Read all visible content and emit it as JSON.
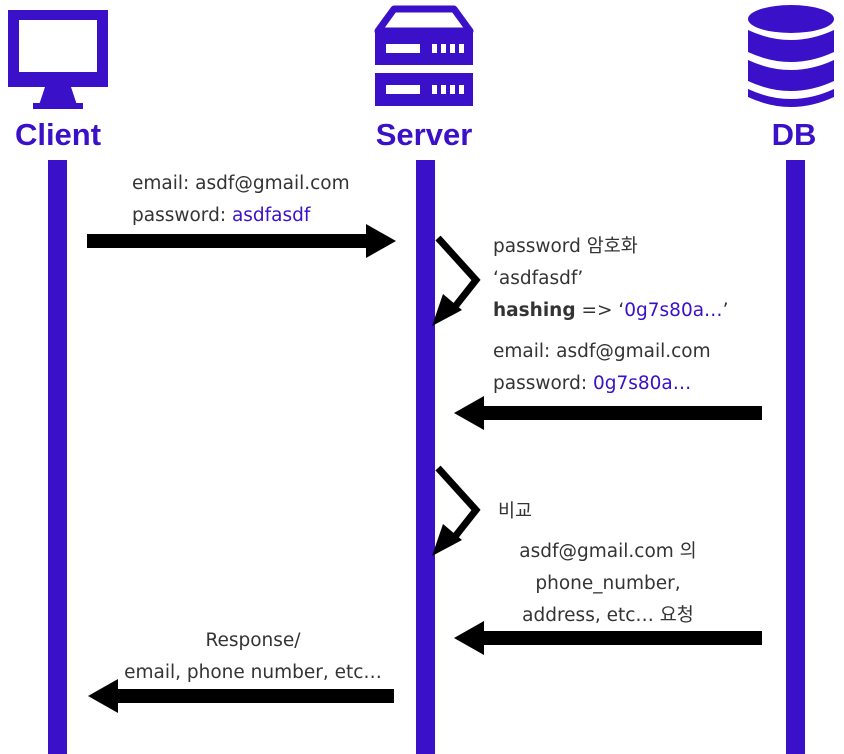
{
  "colors": {
    "accent": "#3a10c8",
    "arrow": "#000000",
    "text": "#333333"
  },
  "actors": [
    {
      "name": "Client",
      "icon": "monitor-icon"
    },
    {
      "name": "Server",
      "icon": "server-icon"
    },
    {
      "name": "DB",
      "icon": "database-icon"
    }
  ],
  "messages": {
    "login": {
      "email_line": "email: asdf@gmail.com",
      "password_prefix": "password: ",
      "password_value": "asdfasdf"
    },
    "hash": {
      "line1": "password 암호화",
      "line2": "‘asdfasdf’",
      "bold": "hashing",
      "arrow_text": " => ‘",
      "hash_value": "0g7s80a…",
      "close_quote": "’"
    },
    "db_response": {
      "email_line": "email: asdf@gmail.com",
      "password_prefix": "password: ",
      "password_value": "0g7s80a…"
    },
    "compare": {
      "label": "비교"
    },
    "db_request": {
      "line1": "asdf@gmail.com 의",
      "line2": "phone_number,",
      "line3": "address, etc… 요청"
    },
    "response": {
      "line1": "Response/",
      "line2": "email, phone number, etc…"
    }
  }
}
